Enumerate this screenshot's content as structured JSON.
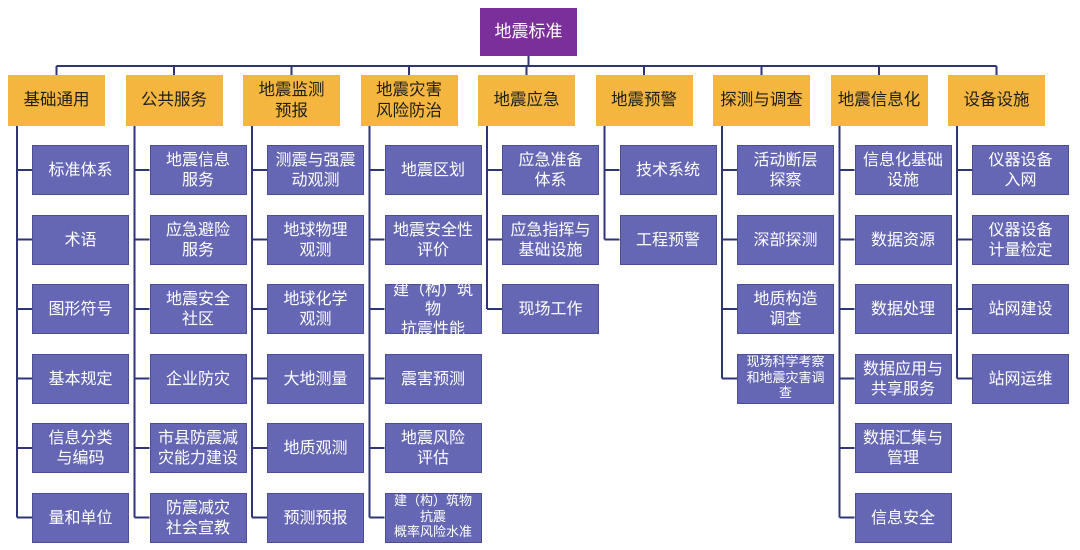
{
  "root": "地震标准",
  "colors": {
    "root": "#7b2f9b",
    "category": "#f4b63e",
    "item": "#6567b4",
    "connector": "#2f3477"
  },
  "categories": [
    {
      "name": "基础通用",
      "items": [
        "标准体系",
        "术语",
        "图形符号",
        "基本规定",
        "信息分类\n与编码",
        "量和单位"
      ]
    },
    {
      "name": "公共服务",
      "items": [
        "地震信息\n服务",
        "应急避险\n服务",
        "地震安全\n社区",
        "企业防灾",
        "市县防震减\n灾能力建设",
        "防震减灾\n社会宣教"
      ]
    },
    {
      "name": "地震监测\n预报",
      "items": [
        "测震与强震\n动观测",
        "地球物理\n观测",
        "地球化学\n观测",
        "大地测量",
        "地质观测",
        "预测预报"
      ]
    },
    {
      "name": "地震灾害\n风险防治",
      "items": [
        "地震区划",
        "地震安全性\n评价",
        "建（构）筑物\n抗震性能",
        "震害预测",
        "地震风险\n评估",
        "建（构）筑物抗震\n概率风险水准"
      ]
    },
    {
      "name": "地震应急",
      "items": [
        "应急准备\n体系",
        "应急指挥与\n基础设施",
        "现场工作"
      ]
    },
    {
      "name": "地震预警",
      "items": [
        "技术系统",
        "工程预警"
      ]
    },
    {
      "name": "探测与调查",
      "items": [
        "活动断层\n探察",
        "深部探测",
        "地质构造\n调查",
        "现场科学考察\n和地震灾害调查"
      ]
    },
    {
      "name": "地震信息化",
      "items": [
        "信息化基础\n设施",
        "数据资源",
        "数据处理",
        "数据应用与\n共享服务",
        "数据汇集与\n管理",
        "信息安全"
      ]
    },
    {
      "name": "设备设施",
      "items": [
        "仪器设备\n入网",
        "仪器设备\n计量检定",
        "站网建设",
        "站网运维"
      ]
    }
  ]
}
